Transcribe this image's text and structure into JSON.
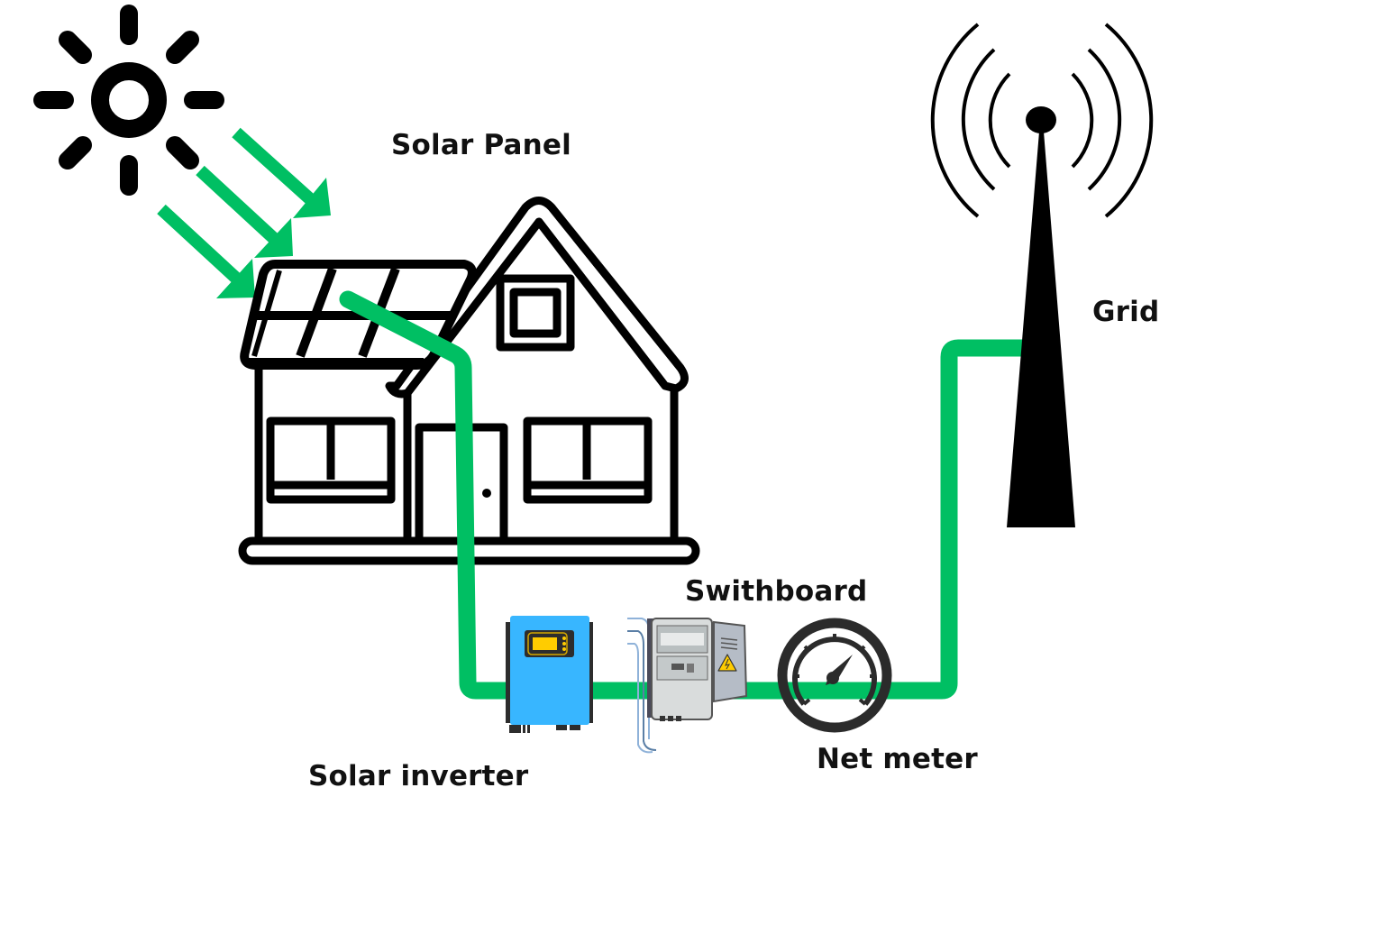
{
  "title": "Solar net metering system diagram",
  "colors": {
    "wire": "#00bf63",
    "arrows": "#00bf63",
    "outline": "#000000",
    "inverter_body": "#38b6ff",
    "inverter_display": "#ffcc00",
    "meter": "#2b2b2b"
  },
  "labels": {
    "solar_panel": "Solar Panel",
    "grid": "Grid",
    "switchboard": "Swithboard",
    "net_meter": "Net meter",
    "solar_inverter": "Solar inverter"
  },
  "components": [
    {
      "id": "sun",
      "icon": "sun-icon"
    },
    {
      "id": "sun_rays",
      "icon": "arrow-icon",
      "count": 3
    },
    {
      "id": "house",
      "icon": "house-icon"
    },
    {
      "id": "solar_panel",
      "icon": "solar-panel-icon",
      "cells": 6
    },
    {
      "id": "solar_inverter",
      "icon": "inverter-icon"
    },
    {
      "id": "switchboard",
      "icon": "switchboard-icon"
    },
    {
      "id": "net_meter",
      "icon": "gauge-icon"
    },
    {
      "id": "grid",
      "icon": "transmission-tower-icon"
    }
  ],
  "connections": [
    [
      "solar_panel",
      "solar_inverter"
    ],
    [
      "solar_inverter",
      "switchboard"
    ],
    [
      "switchboard",
      "net_meter"
    ],
    [
      "net_meter",
      "grid"
    ]
  ]
}
